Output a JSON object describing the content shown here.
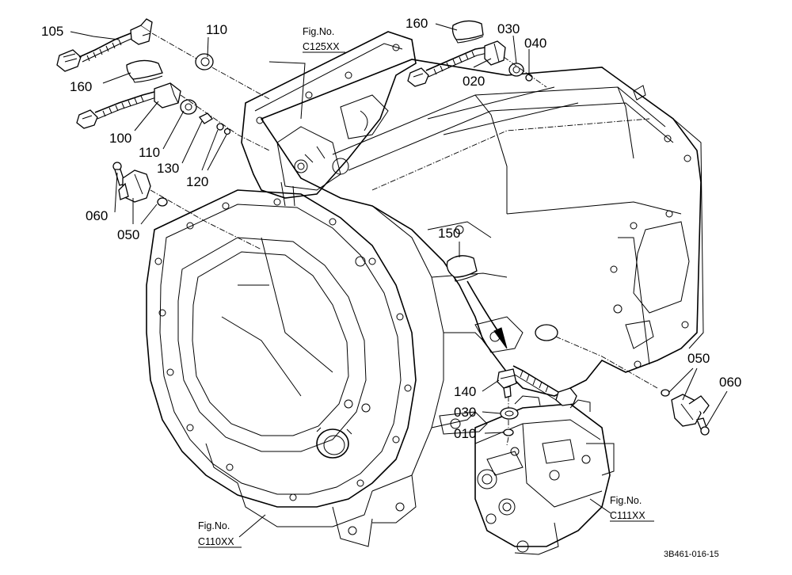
{
  "callouts": [
    {
      "id": "c105",
      "text": "105"
    },
    {
      "id": "c110a",
      "text": "110"
    },
    {
      "id": "c160a",
      "text": "160"
    },
    {
      "id": "c100",
      "text": "100"
    },
    {
      "id": "c110b",
      "text": "110"
    },
    {
      "id": "c130",
      "text": "130"
    },
    {
      "id": "c120",
      "text": "120"
    },
    {
      "id": "c060a",
      "text": "060"
    },
    {
      "id": "c050a",
      "text": "050"
    },
    {
      "id": "c160b",
      "text": "160"
    },
    {
      "id": "c030a",
      "text": "030"
    },
    {
      "id": "c040",
      "text": "040"
    },
    {
      "id": "c020",
      "text": "020"
    },
    {
      "id": "c150",
      "text": "150"
    },
    {
      "id": "c140",
      "text": "140"
    },
    {
      "id": "c030b",
      "text": "030"
    },
    {
      "id": "c010",
      "text": "010"
    },
    {
      "id": "c050b",
      "text": "050"
    },
    {
      "id": "c060b",
      "text": "060"
    }
  ],
  "figure_refs": [
    {
      "id": "top",
      "prefix": "Fig.No.",
      "code": "C125XX"
    },
    {
      "id": "right",
      "prefix": "Fig.No.",
      "code": "C111XX"
    },
    {
      "id": "bottom",
      "prefix": "Fig.No.",
      "code": "C110XX"
    }
  ],
  "drawing_number": "3B461-016-15"
}
